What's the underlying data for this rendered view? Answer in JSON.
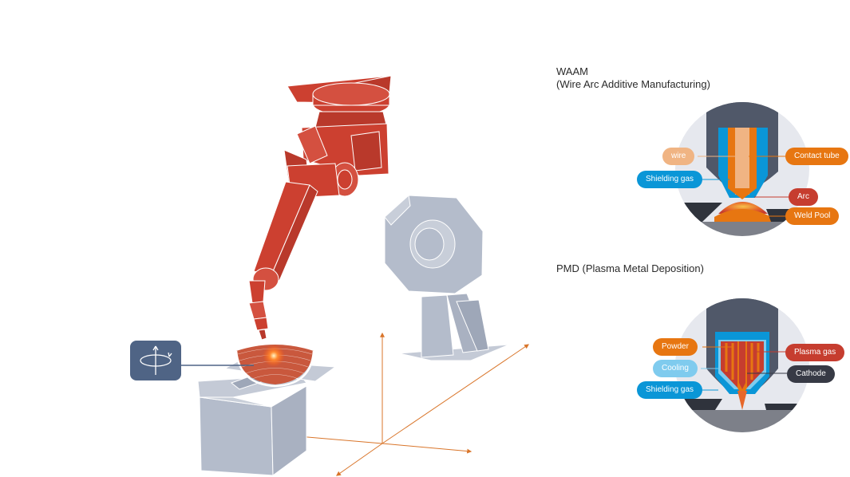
{
  "waam": {
    "title_line1": "WAAM",
    "title_line2": "(Wire Arc Additive Manufacturing)",
    "labels": {
      "wire": "wire",
      "contact_tube": "Contact tube",
      "shielding_gas": "Shielding gas",
      "arc": "Arc",
      "weld_pool": "Weld Pool"
    }
  },
  "pmd": {
    "title": "PMD (Plasma Metal Deposition)",
    "labels": {
      "powder": "Powder",
      "plasma_gas": "Plasma gas",
      "cooling": "Cooling",
      "cathode": "Cathode",
      "shielding_gas": "Shielding gas"
    }
  },
  "colors": {
    "robot_red": "#cc4030",
    "machine_blue": "#b4bccb",
    "axis_orange": "#d9752a",
    "label_orange": "#e77611",
    "label_light_orange": "#f0b483",
    "label_blue": "#0a96d7",
    "label_light_blue": "#7fcbee",
    "label_red": "#c63d2f",
    "label_dark": "#373a45",
    "rotation_box": "#4f6485"
  },
  "icons": {
    "rotation": "rotate-around-axis-icon"
  }
}
